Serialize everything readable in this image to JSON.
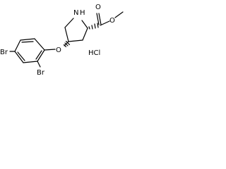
{
  "molecule": {
    "atoms": {
      "nh": "N",
      "nh_h": "H",
      "ester_o_double": "O",
      "ester_o_single": "O",
      "ether_o": "O",
      "br_left": "Br",
      "br_bottom": "Br"
    },
    "salt": "HCl"
  }
}
